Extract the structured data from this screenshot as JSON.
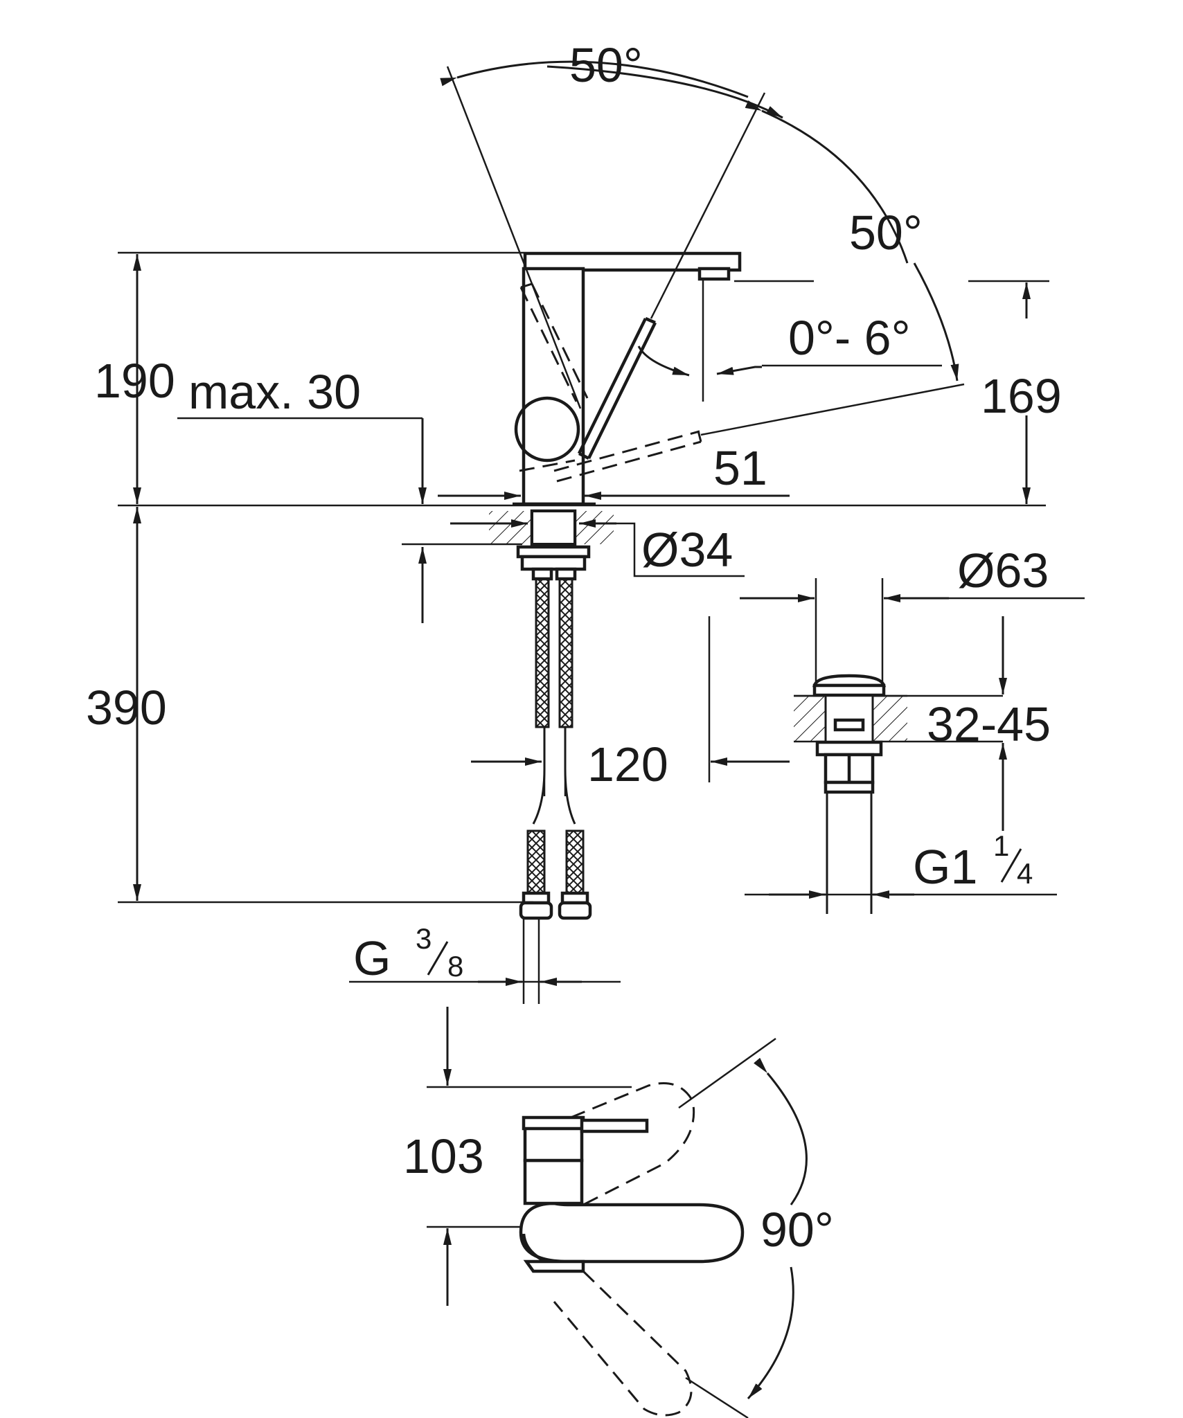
{
  "dimensions": {
    "angle_top_left": "50°",
    "angle_top_right": "50°",
    "angle_tilt": "0°- 6°",
    "height_total": "190",
    "max_thickness": "max. 30",
    "spout_height": "169",
    "spout_width": "51",
    "base_diameter": "Ø34",
    "below_deck": "390",
    "hose_spacing": "120",
    "thread_hose_main": "G",
    "thread_hose_num": "3",
    "thread_hose_den": "8",
    "waste_diameter": "Ø63",
    "waste_range": "32-45",
    "waste_thread_main": "G1",
    "waste_thread_num": "1",
    "waste_thread_den": "4",
    "plan_depth": "103",
    "plan_angle": "90°"
  }
}
